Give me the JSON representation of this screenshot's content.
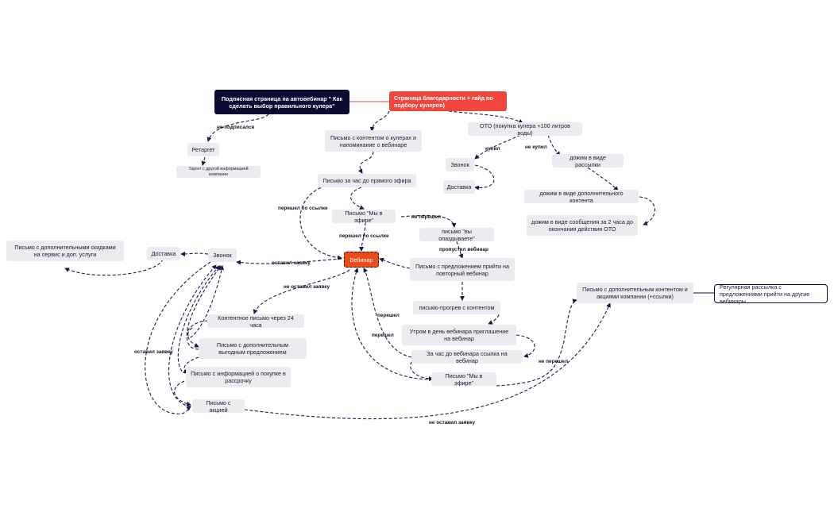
{
  "diagram": {
    "nodes": {
      "signup_page": "Подписная страница на автовебинар \" Как сделать выбор правильного кулера\"",
      "thanks_page": "Страница благодарности + гайд по подбору кулеров)",
      "retarget": "Ретаргет",
      "target_other": "Таргет с другой информацией компании",
      "content_letter": "Письмо с контентом о кулерах и напоминание о вебинаре",
      "hour_before": "Письмо за час до прямого эфира",
      "on_air_1": "Письмо \"Мы в эфире\"",
      "late_letter": "письмо \"вы опаздываете\"",
      "webinar": "Вебинар",
      "repeat_offer": "Письмо с предложением прийти на повторный вебинар",
      "warmup": "письмо-прогрев с контентом",
      "morning_invite": "Утром в день вебинара приглашение на вебинар",
      "half_hour_link": "За час до вебинара ссылка на вебинар",
      "on_air_2": "Письмо \"Мы в эфире\"",
      "oto": "ОТО (покупка кулера +100 литров воды)",
      "call_top": "Звонок",
      "delivery_top": "Доставка",
      "push_mailing": "дожим в виде рассылки",
      "push_content": "дожим в виде дополнительного контента",
      "push_2h": "дожим в виде сообщения за 2 часа до окончания действия ОТО",
      "call_left": "Звонок",
      "delivery_left": "Доставка",
      "discount_letter": "Письмо с дополнительными скидками на сервис и доп. услуги",
      "content_24h": "Контентное письмо через 24 часа",
      "profitable_offer": "Письмо с дополнительным выгодным предложением",
      "installment": "Письмо с информацией о покупке в рассрочку",
      "promo": "Письмо с акцией",
      "extra_content": "Письмо с дополнительным контентом и акциями компании (+ссылки)",
      "regular_mailing": "Регулярная рассылка с предложениями прийти на другие вебинары"
    },
    "edge_labels": {
      "not_subscribed": "не подписался",
      "followed_link_left": "перешел по ссылке",
      "followed_link": "перешел по ссылке",
      "not_followed_1": "не перешел",
      "missed_webinar": "пропустил вебинар",
      "left_request": "оставил заявку",
      "not_left_request": "не оставил заявку",
      "bought": "купил",
      "not_bought": "не купил",
      "followed_1": "перешел",
      "followed_2": "перешел",
      "not_followed_2": "не перешел",
      "left_request_2": "оставил заявку",
      "not_left_request_2": "не оставил заявку"
    },
    "colors": {
      "dark_node": "#0d0b33",
      "red_node": "#f0463e",
      "webinar_node": "#ee4a1a",
      "node_fill": "#ecebef",
      "edge": "#1b1a4a"
    }
  }
}
